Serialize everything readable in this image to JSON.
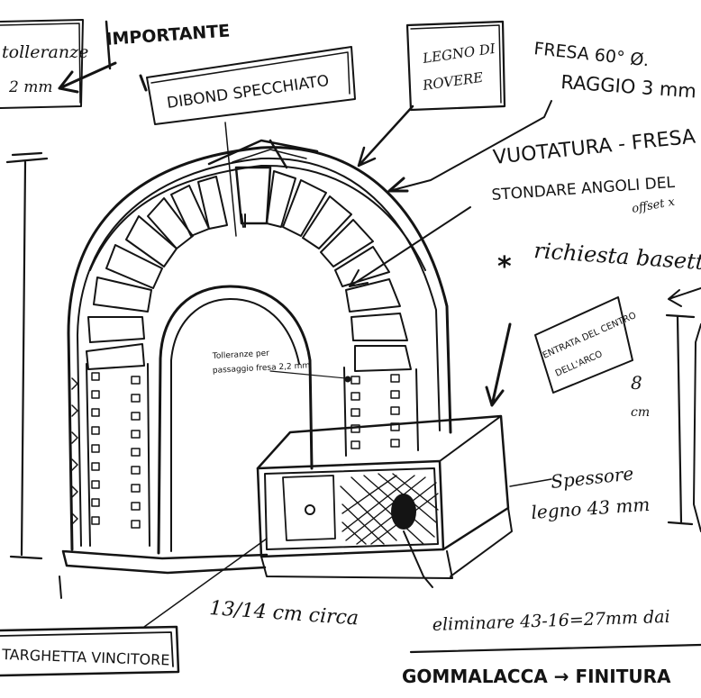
{
  "notes": {
    "tolerance_left": "tolleranze",
    "tolerance_left_value": "2 mm",
    "important": "IMPORTANTE",
    "dibond": "DIBOND SPECCHIATO",
    "wood_oak_line1": "LEGNO DI",
    "wood_oak_line2": "ROVERE",
    "mill_line1": "FRESA 60° Ø.",
    "mill_line2": "RAGGIO 3 mm",
    "hollowing_line1": "VUOTATURA - FRESA",
    "hollowing_line2": "STONDARE ANGOLI DEL",
    "hollowing_line3": "offset x",
    "base_request": "richiesta basetta",
    "arc_center_line1": "ENTRATA DEL CENTRO",
    "arc_center_line2": "DELL'ARCO",
    "height_value": "8",
    "height_unit": "cm",
    "inner_tolerance_line1": "Tolleranze per",
    "inner_tolerance_line2": "passaggio fresa 2,2 mm",
    "thickness_line1": "Spessore",
    "thickness_line2": "legno 43 mm",
    "width_note": "13/14 cm circa",
    "eliminate_note": "eliminare 43-16=27mm dai",
    "winner_plate": "TARGHETTA VINCITORE",
    "finish_note": "GOMMALACCA → FINITURA"
  },
  "colors": {
    "ink": "#141414",
    "paper": "#ffffff"
  }
}
